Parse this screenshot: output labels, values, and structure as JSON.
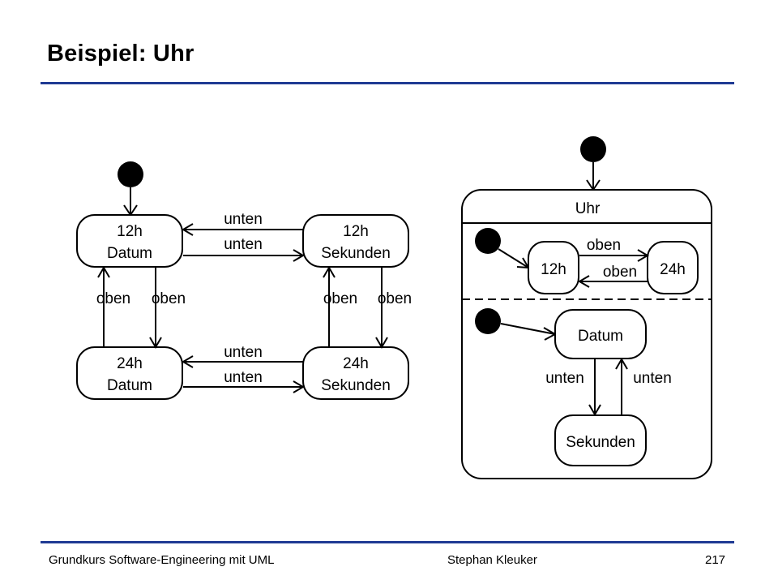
{
  "slide": {
    "title": "Beispiel: Uhr"
  },
  "footer": {
    "course": "Grundkurs Software-Engineering mit UML",
    "author": "Stephan Kleuker",
    "page": "217"
  },
  "left_diagram": {
    "states": {
      "s12_datum": [
        "12h",
        "Datum"
      ],
      "s12_sekunden": [
        "12h",
        "Sekunden"
      ],
      "s24_datum": [
        "24h",
        "Datum"
      ],
      "s24_sekunden": [
        "24h",
        "Sekunden"
      ]
    },
    "transitions": {
      "top_upper": "unten",
      "top_lower": "unten",
      "left_up": "oben",
      "left_down": "oben",
      "right_up": "oben",
      "right_down": "oben",
      "bottom_upper": "unten",
      "bottom_lower": "unten"
    }
  },
  "right_diagram": {
    "composite_name": "Uhr",
    "region1": {
      "state_a": "12h",
      "state_b": "24h",
      "trans_forward": "oben",
      "trans_back": "oben"
    },
    "region2": {
      "state_a": "Datum",
      "state_b": "Sekunden",
      "trans_down": "unten",
      "trans_up": "unten"
    }
  }
}
